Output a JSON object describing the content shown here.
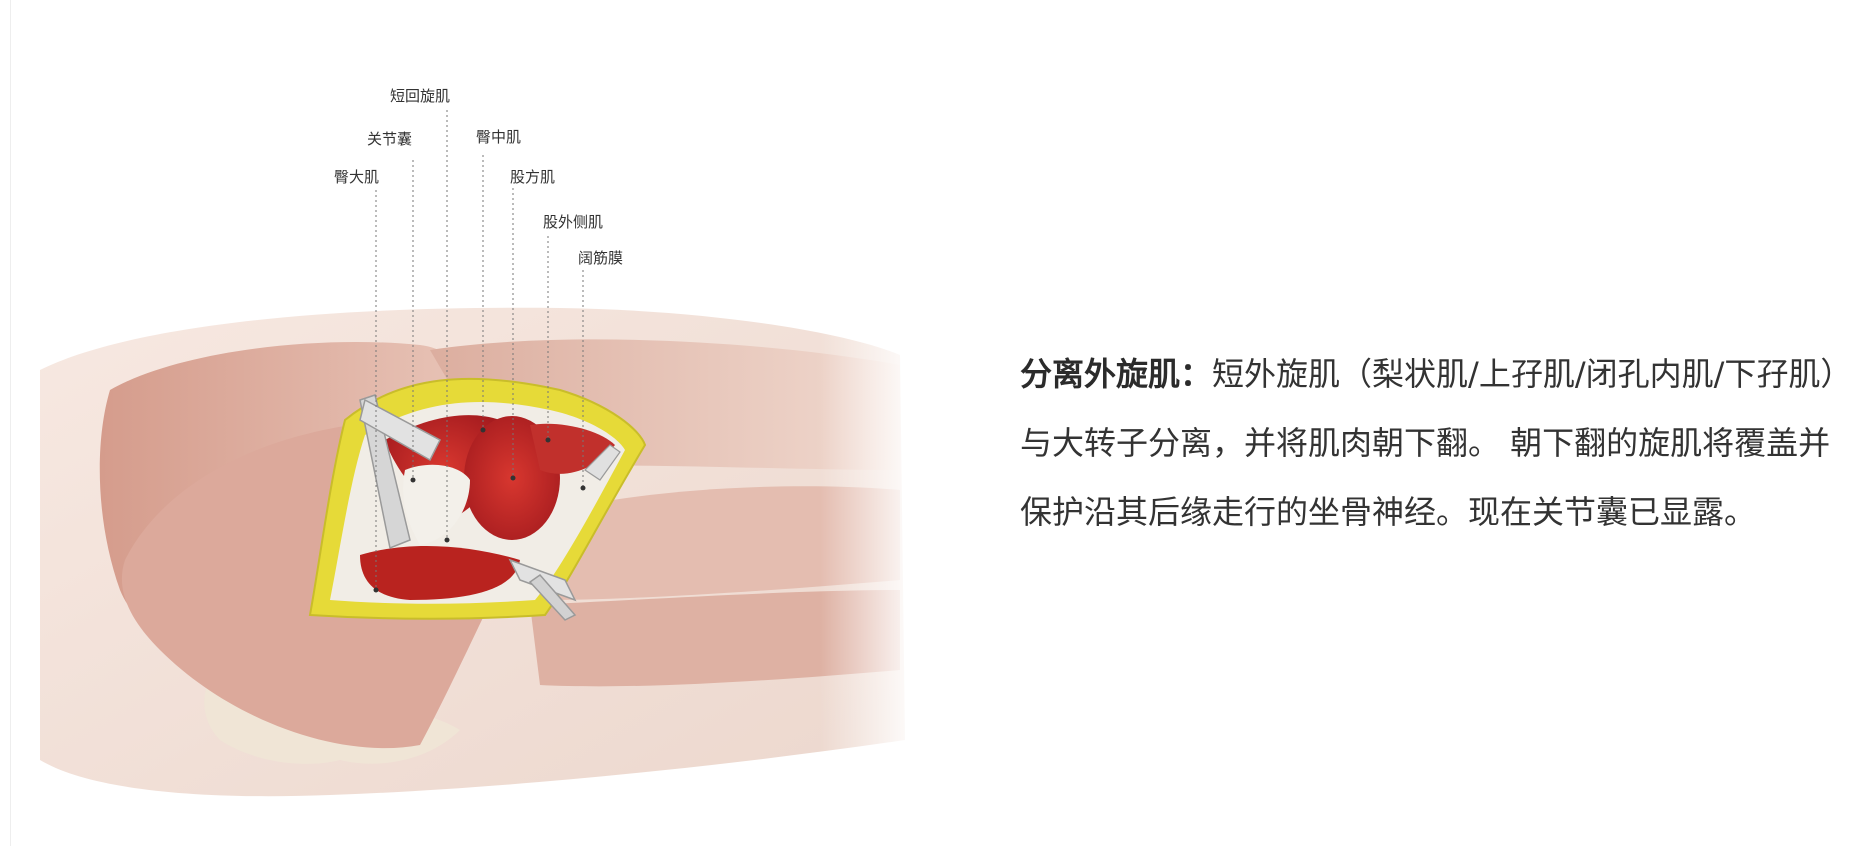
{
  "labels": [
    {
      "id": "short-rotators",
      "text": "短回旋肌"
    },
    {
      "id": "joint-capsule",
      "text": "关节囊"
    },
    {
      "id": "gluteus-medius",
      "text": "臀中肌"
    },
    {
      "id": "gluteus-maximus",
      "text": "臀大肌"
    },
    {
      "id": "quadratus-femoris",
      "text": "股方肌"
    },
    {
      "id": "vastus-lateralis",
      "text": "股外侧肌"
    },
    {
      "id": "fascia-lata",
      "text": "阔筋膜"
    }
  ],
  "caption": {
    "title": "分离外旋肌",
    "separator": "：",
    "body": "短外旋肌（梨状肌/上孖肌/闭孔内肌/下孖肌）与大转子分离，并将肌肉朝下翻。 朝下翻的旋肌将覆盖并保护沿其后缘走行的坐骨神经。现在关节囊已显露。"
  },
  "colors": {
    "skin": "#f2ddd4",
    "muscle_pale": "#d9a99a",
    "muscle_red": "#c0282a",
    "fat_yellow": "#e8dc3a",
    "retractor": "#d8d8d8",
    "bone": "#efe7d4",
    "text": "#333333"
  }
}
